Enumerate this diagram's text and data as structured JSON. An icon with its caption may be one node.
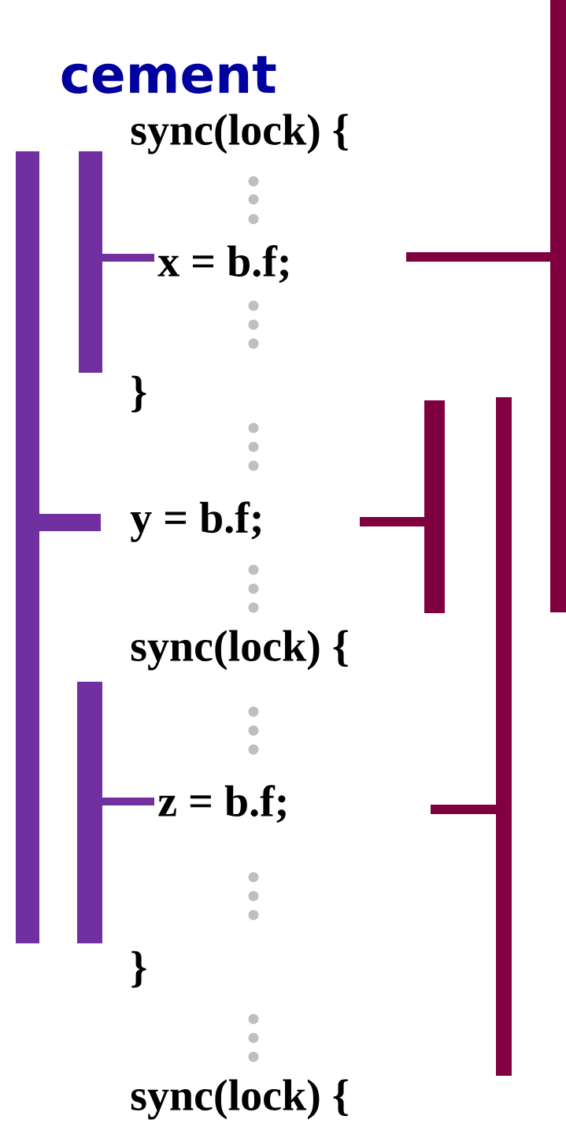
{
  "diagram": {
    "title": "cement",
    "labels": [
      "sync(lock) {",
      "x = b.f;",
      "}",
      "y = b.f;",
      "sync(lock) {",
      "z = b.f;",
      "}",
      "sync(lock) {"
    ]
  }
}
